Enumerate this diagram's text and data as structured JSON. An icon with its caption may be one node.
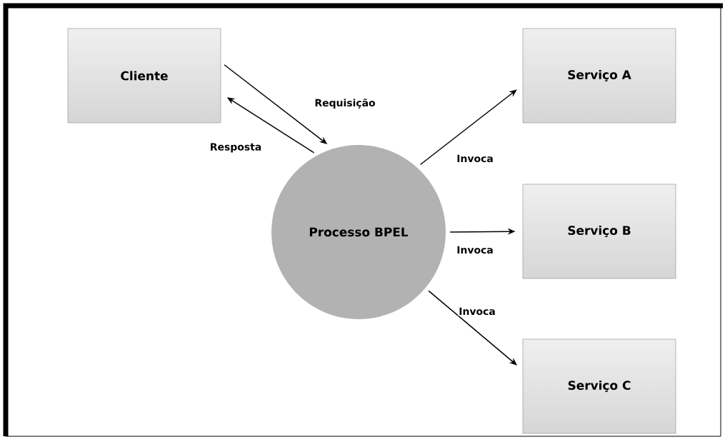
{
  "diagram": {
    "nodes": [
      {
        "text": [
          "Cliente"
        ]
      },
      {
        "text": [
          "Processo BPEL"
        ]
      },
      {
        "text": [
          "Serviço A"
        ]
      },
      {
        "text": [
          "Serviço B"
        ]
      },
      {
        "text": [
          "Serviço C"
        ]
      }
    ],
    "edges": [
      {
        "from": 0,
        "to": 1,
        "arrow": "to",
        "label": "Requisição"
      },
      {
        "from": 1,
        "to": 0,
        "arrow": "to",
        "label": "Resposta"
      },
      {
        "from": 1,
        "to": 2,
        "arrow": "to",
        "label": "Invoca"
      },
      {
        "from": 1,
        "to": 3,
        "arrow": "to",
        "label": "Invoca"
      },
      {
        "from": 1,
        "to": 4,
        "arrow": "to",
        "label": "Invoca"
      }
    ]
  }
}
